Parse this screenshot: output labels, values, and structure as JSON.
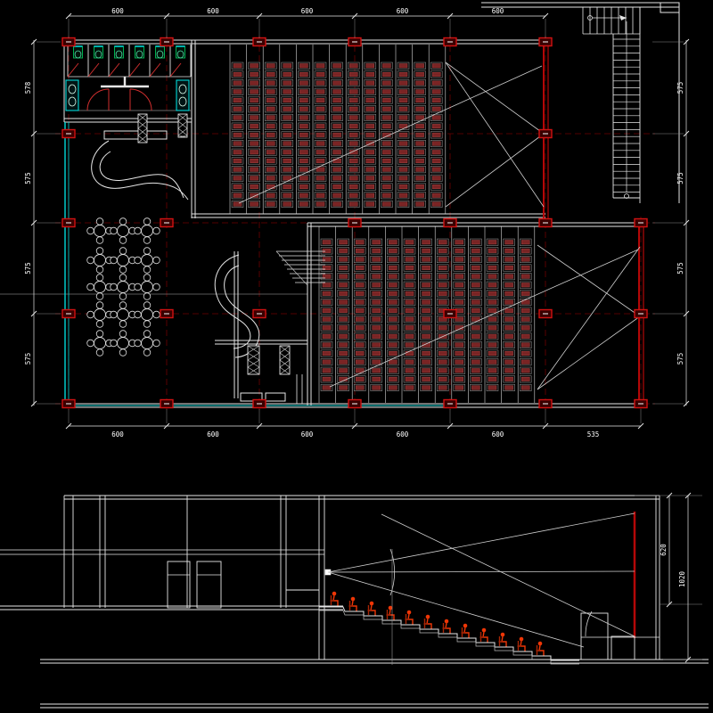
{
  "drawing": {
    "type": "cad-cinema-plan-and-section",
    "colors": {
      "background": "#000000",
      "line": "#e6e6e6",
      "faint_line": "#9a9a9a",
      "grid_red": "#6e0000",
      "marker_red": "#d01212",
      "marker_fill": "#3a0000",
      "screen_red": "#b40707",
      "cyan": "#00d8d8",
      "green": "#00b050",
      "green_light": "#57e0ae",
      "seat_red": "#7a2424",
      "seat_red_light": "#b84848",
      "people_red": "#ee3606",
      "people_dark": "#a82505",
      "dim_text": "#ffffff",
      "swing_red": "#cf2e2e"
    }
  },
  "plan": {
    "dims_top": [
      "600",
      "600",
      "600",
      "600",
      "600"
    ],
    "dims_bottom": [
      "600",
      "600",
      "600",
      "600",
      "600",
      "535"
    ],
    "dims_left": [
      "578",
      "575",
      "575",
      "575"
    ],
    "dims_right": [
      "575",
      "575",
      "575",
      "575"
    ],
    "auditorium_upper": {
      "seat_columns": 13,
      "seat_rows": 17
    },
    "auditorium_lower": {
      "seat_columns": 13,
      "seat_rows": 18
    },
    "lobby": {
      "table_columns": 3,
      "table_rows": 5,
      "chairs_per_table": 4
    },
    "restroom": {
      "stalls": 6,
      "toilets": 6,
      "sinks": 2,
      "door_arcs": 2
    }
  },
  "section": {
    "dims_right": [
      "620",
      "1020"
    ],
    "audience_count": 12,
    "steps": 12
  }
}
